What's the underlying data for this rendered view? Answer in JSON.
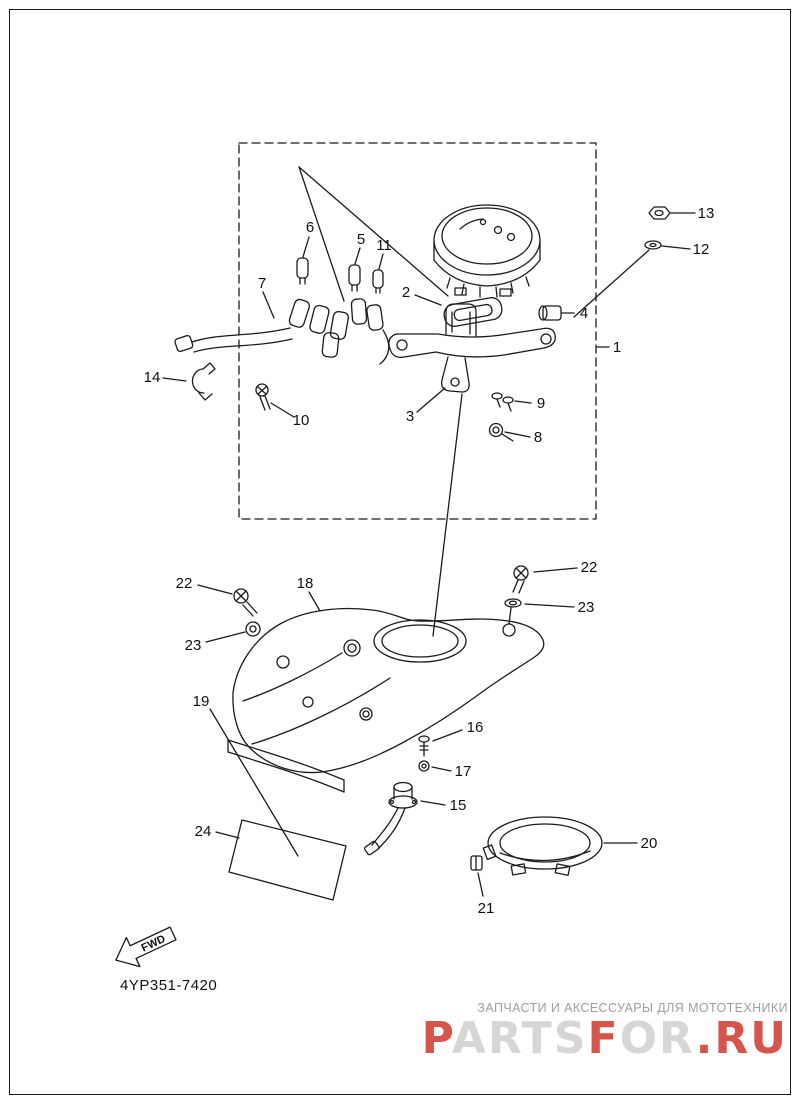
{
  "page": {
    "part_code": "4YP351-7420",
    "fwd_label": "FWD"
  },
  "callouts": {
    "c1": "1",
    "c2": "2",
    "c3": "3",
    "c4": "4",
    "c5": "5",
    "c6": "6",
    "c7": "7",
    "c8": "8",
    "c9": "9",
    "c10": "10",
    "c11": "11",
    "c12": "12",
    "c13": "13",
    "c14": "14",
    "c15": "15",
    "c16": "16",
    "c17": "17",
    "c18": "18",
    "c19": "19",
    "c20": "20",
    "c21": "21",
    "c22_left": "22",
    "c22_right": "22",
    "c23_left": "23",
    "c23_right": "23",
    "c24": "24"
  },
  "watermark": {
    "tagline": "ЗАПЧАСТИ И АКСЕССУАРЫ ДЛЯ МОТОТЕХНИКИ",
    "brand_segments": [
      {
        "text": "P",
        "color": "#d65449"
      },
      {
        "text": "ARTS",
        "color": "#d6d6d6"
      },
      {
        "text": "F",
        "color": "#d65449"
      },
      {
        "text": "OR",
        "color": "#d6d6d6"
      },
      {
        "text": ".RU",
        "color": "#d65449"
      }
    ]
  },
  "colors": {
    "line": "#1b1b1b",
    "watermark_red": "#d65449",
    "watermark_gray": "#d6d6d6",
    "tagline_gray": "#9e9e9e"
  }
}
